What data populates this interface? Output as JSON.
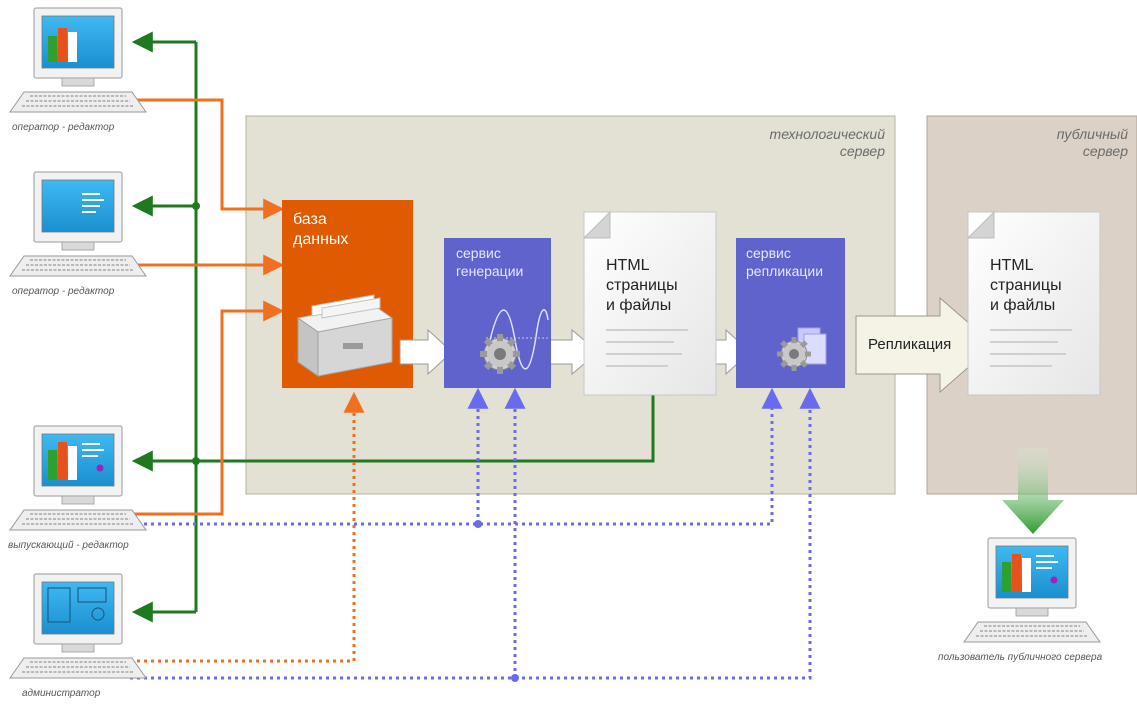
{
  "zones": {
    "tech_server": [
      "технологический",
      "сервер"
    ],
    "public_server": [
      "публичный",
      "сервер"
    ]
  },
  "database": {
    "title": [
      "база",
      "данных"
    ]
  },
  "generation": {
    "title": [
      "сервис",
      "генерации"
    ]
  },
  "replication_service": {
    "title": [
      "сервис",
      "репликации"
    ]
  },
  "html_doc": {
    "lines": [
      "HTML",
      "страницы",
      "и файлы"
    ]
  },
  "replication_arrow": {
    "label": "Репликация"
  },
  "users": {
    "operator1": "оператор - редактор",
    "operator2": "оператор - редактор",
    "publisher": "выпускающий - редактор",
    "admin": "администратор",
    "public_user": "пользователь публичного сервера"
  },
  "colors": {
    "orange": "#e05a00",
    "green": "#1f7a1f",
    "blue_dotted": "#6a6af0",
    "service_blue": "#6063cc",
    "tech_zone": "#e3e1d3",
    "public_zone": "#dcd1c6"
  }
}
